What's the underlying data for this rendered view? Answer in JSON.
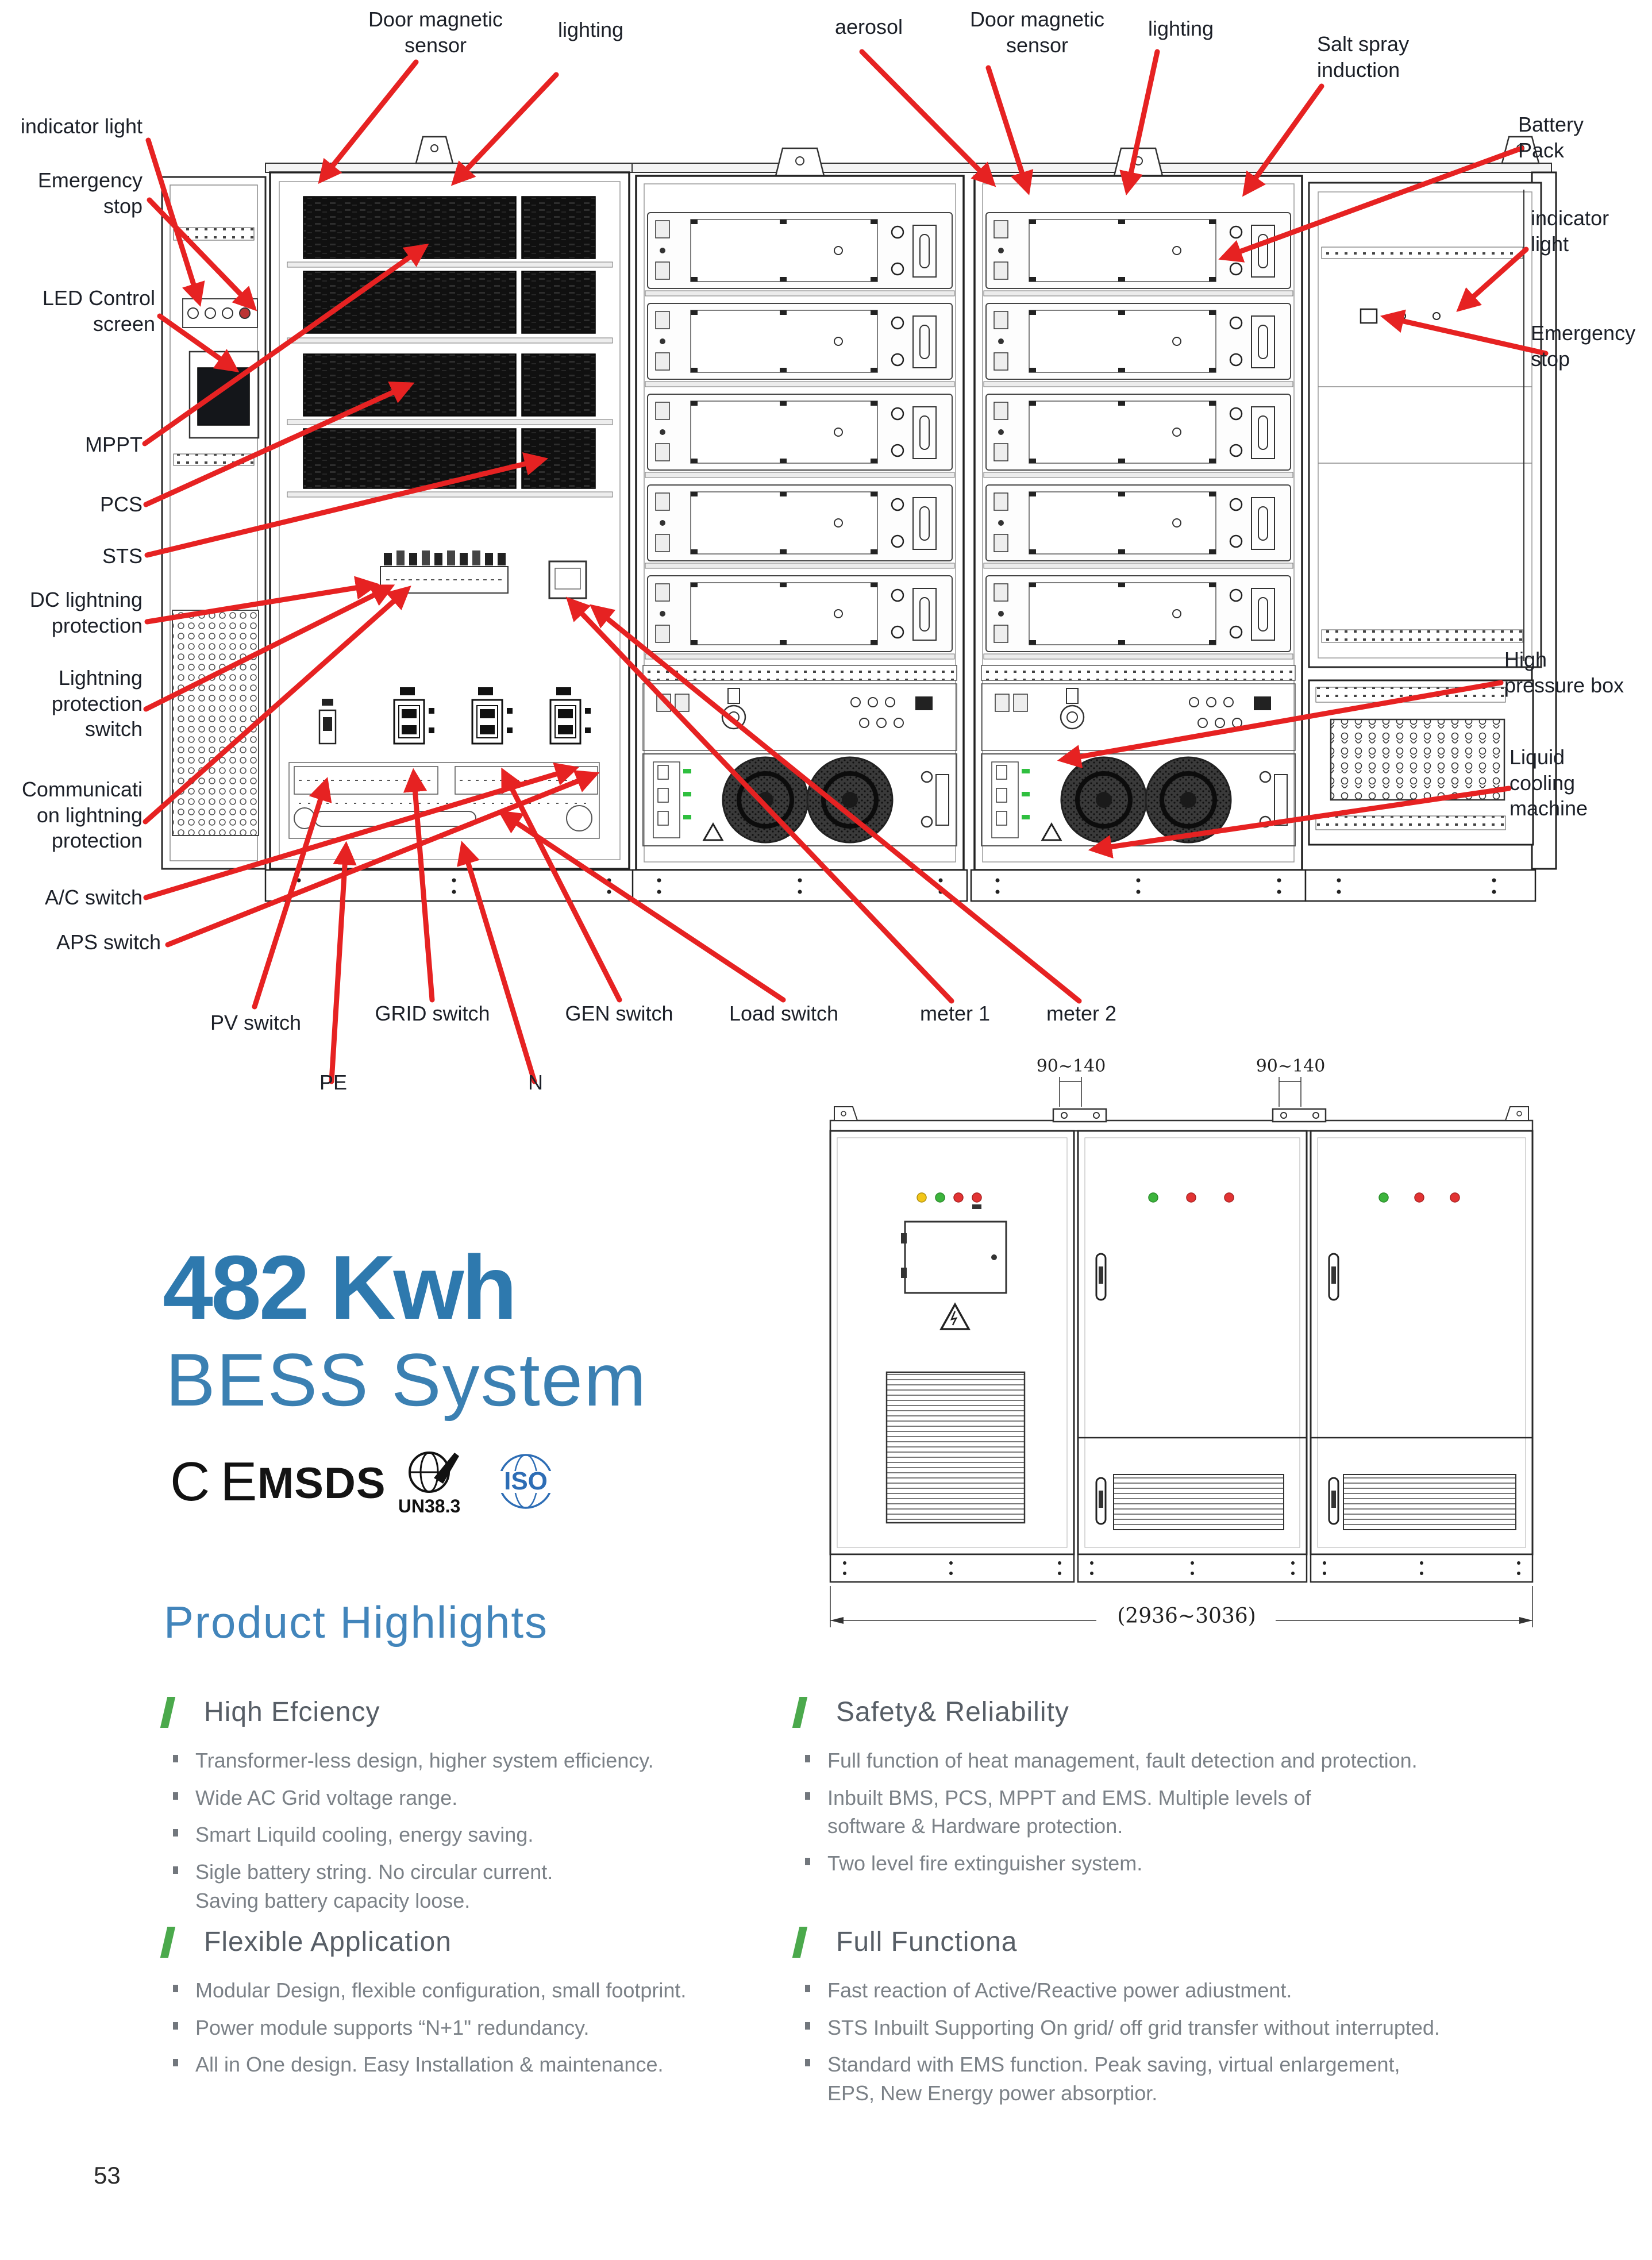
{
  "colors": {
    "arrow_red": "#e62222",
    "title_blue": "#2e79ae",
    "heading_blue": "#4285bb",
    "accent_green": "#4ba94c",
    "indicator_yellow": "#f2c618",
    "indicator_green": "#3cb43c",
    "indicator_red": "#e23333"
  },
  "page": {
    "number": "53"
  },
  "internal_diagram": {
    "labels": {
      "door_magnetic_sensor_1": "Door magnetic\nsensor",
      "lighting_1": "lighting",
      "aerosol": "aerosol",
      "door_magnetic_sensor_2": "Door magnetic\nsensor",
      "lighting_2": "lighting",
      "salt_spray_induction": "Salt spray\ninduction",
      "battery_pack": "Battery\nPack",
      "indicator_light_left": "indicator light",
      "emergency_stop_left": "Emergency\nstop",
      "led_control_screen": "LED Control\nscreen",
      "mppt": "MPPT",
      "pcs": "PCS",
      "sts": "STS",
      "dc_lightning_protection": "DC lightning\nprotection",
      "lightning_protection_switch": "Lightning\nprotection\nswitch",
      "communication_lightning_protection": "Communicati\non lightning\nprotection",
      "ac_switch": "A/C switch",
      "aps_switch": "APS switch",
      "indicator_light_right": "indicator\nlight",
      "emergency_stop_right": "Emergency\nstop",
      "high_pressure_box": "High\npressure box",
      "liquid_cooling_machine": "Liquid\ncooling\nmachine",
      "pv_switch": "PV switch",
      "grid_switch": "GRID switch",
      "gen_switch": "GEN switch",
      "load_switch": "Load switch",
      "meter_1": "meter 1",
      "meter_2": "meter 2",
      "pe": "PE",
      "n": "N"
    }
  },
  "front_diagram": {
    "dim_left": "90~140",
    "dim_right": "90~140",
    "dim_total": "(2936~3036)"
  },
  "product": {
    "capacity": "482 Kwh",
    "name": "BESS System"
  },
  "certifications": {
    "ce": "CE",
    "msds": "MSDS",
    "un": "UN38.3",
    "iso": "ISO"
  },
  "highlights": {
    "title": "Product Highlights",
    "sections": [
      {
        "heading": "Hiqh Efciency",
        "bullets": [
          "Transformer-less design, higher system efficiency.",
          "Wide AC Grid voltage range.",
          "Smart Liquild cooling, energy saving.",
          "Sigle battery string. No circular current.\nSaving battery capacity loose."
        ]
      },
      {
        "heading": "Safety& Reliability",
        "bullets": [
          "Full function of heat management, fault detection and protection.",
          "Inbuilt BMS, PCS, MPPT and EMS. Multiple levels of\nsoftware & Hardware protection.",
          "Two level fire extinguisher system."
        ]
      },
      {
        "heading": "Flexible Application",
        "bullets": [
          "Modular Design, flexible configuration, small footprint.",
          "Power module supports “N+1\" redundancy.",
          "All in One design. Easy Installation & maintenance."
        ]
      },
      {
        "heading": "Full Functiona",
        "bullets": [
          "Fast reaction of Active/Reactive power adiustment.",
          "STS Inbuilt Supporting On grid/ off grid transfer without interrupted.",
          "Standard with EMS function. Peak saving, virtual enlargement,\nEPS, New Energy power absorptior."
        ]
      }
    ]
  }
}
